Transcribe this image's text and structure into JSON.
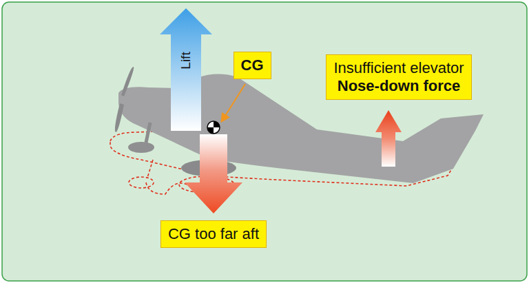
{
  "diagram": {
    "nodes": [
      {
        "text": [
          "CG"
        ]
      },
      {
        "text": [
          "Insufficient elevator",
          "Nose-down force"
        ]
      },
      {
        "text": [
          "CG too far aft"
        ]
      }
    ],
    "labels": [
      "Lift"
    ]
  }
}
